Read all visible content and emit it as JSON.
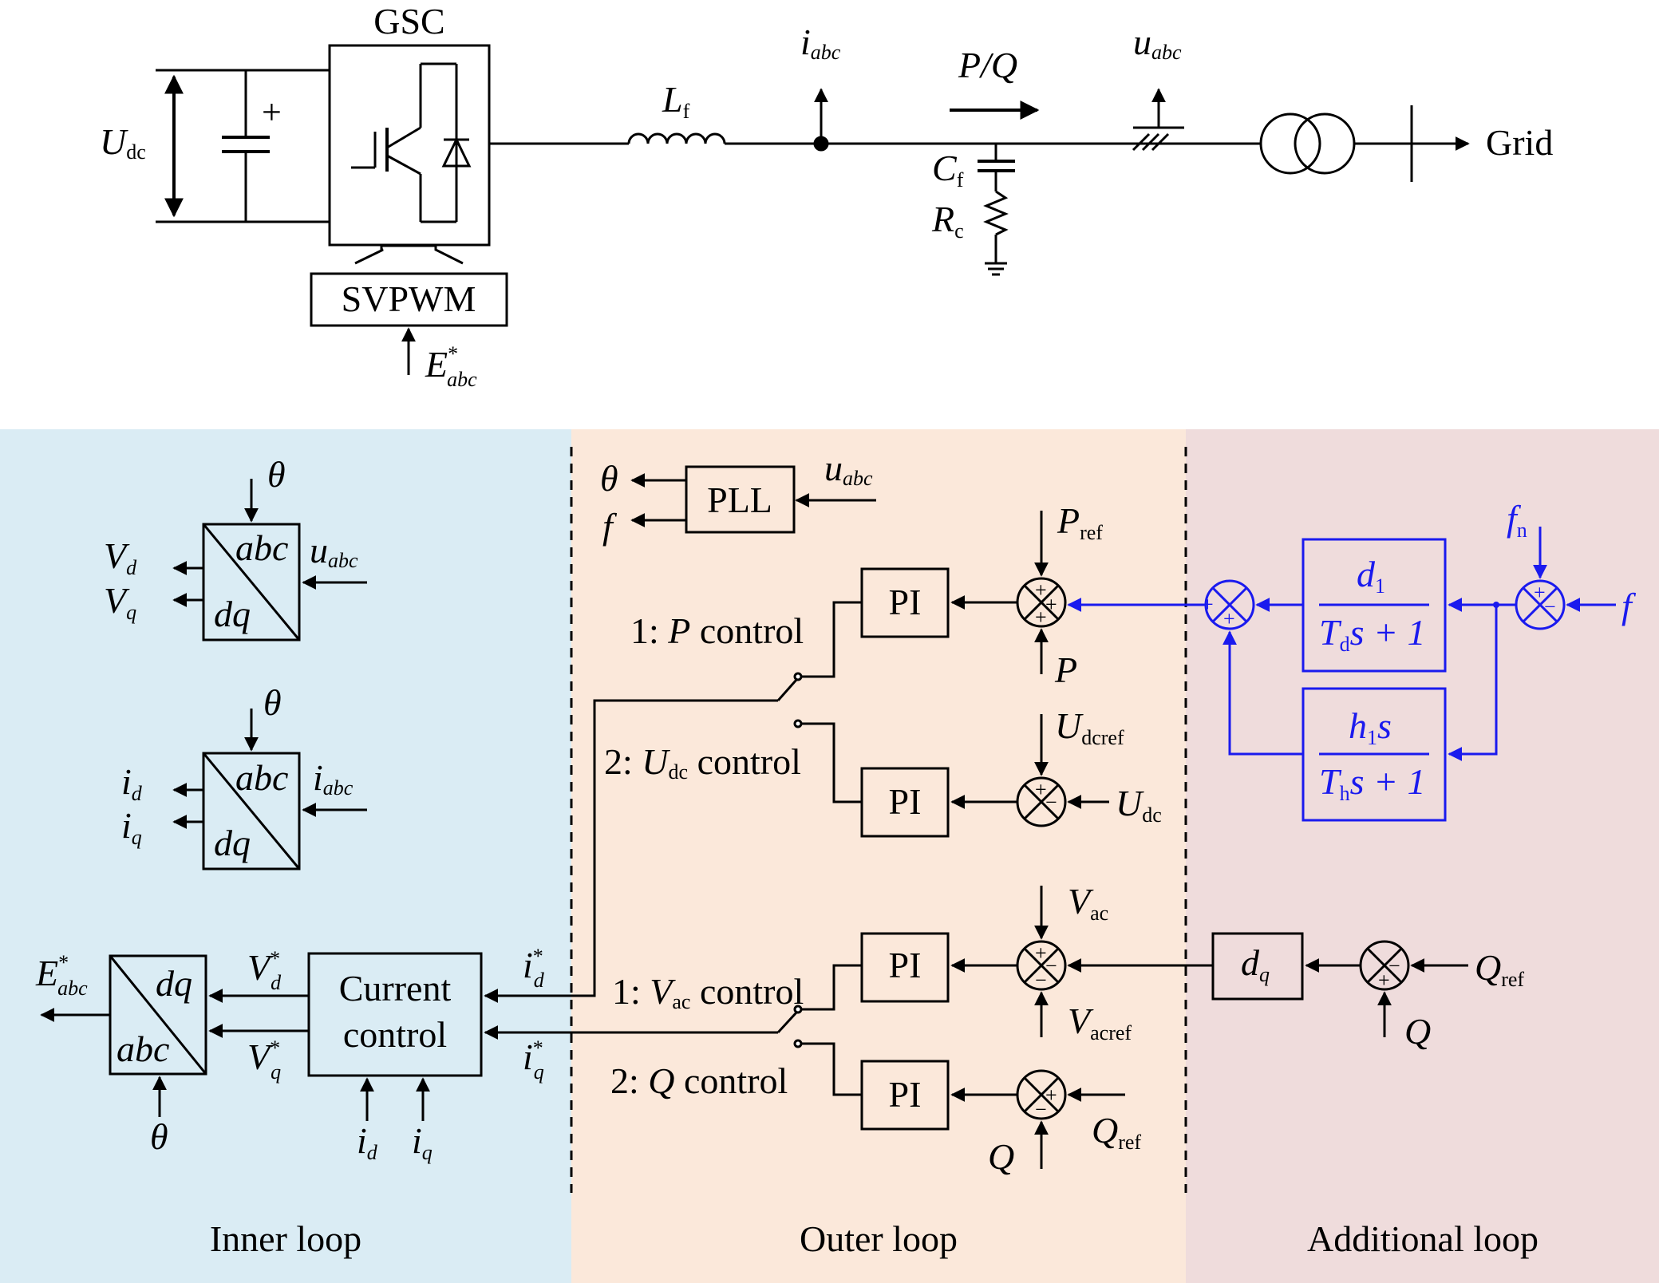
{
  "colors": {
    "inner_bg": "#daecf4",
    "outer_bg": "#fbe8da",
    "additional_bg": "#efdcdc",
    "line": "#000000",
    "additional_path": "#1a1aee"
  },
  "power_stage": {
    "converter": "GSC",
    "modulator": "SVPWM",
    "dc_voltage": {
      "main": "U",
      "sub": "dc"
    },
    "cap_plus": "+",
    "filter_inductor": {
      "main": "L",
      "sub": "f"
    },
    "current_meas": {
      "main": "i",
      "sub": "abc"
    },
    "power_flow": "P/Q",
    "voltage_meas": {
      "main": "u",
      "sub": "abc"
    },
    "filter_cap": {
      "main": "C",
      "sub": "f"
    },
    "damping_res": {
      "main": "R",
      "sub": "c"
    },
    "grid": "Grid",
    "modulation_ref": {
      "main": "E",
      "sup": "*",
      "sub": "abc"
    }
  },
  "inner_loop": {
    "title": "Inner loop",
    "transform1": {
      "top": "abc",
      "bottom": "dq",
      "angle": "θ",
      "input": {
        "main": "u",
        "sub": "abc"
      },
      "out_d": {
        "main": "V",
        "sub": "d"
      },
      "out_q": {
        "main": "V",
        "sub": "q"
      }
    },
    "transform2": {
      "top": "abc",
      "bottom": "dq",
      "angle": "θ",
      "input": {
        "main": "i",
        "sub": "abc"
      },
      "out_d": {
        "main": "i",
        "sub": "d"
      },
      "out_q": {
        "main": "i",
        "sub": "q"
      }
    },
    "inverse_transform": {
      "top": "dq",
      "bottom": "abc",
      "angle": "θ",
      "output": {
        "main": "E",
        "sup": "*",
        "sub": "abc"
      }
    },
    "current_control": {
      "line1": "Current",
      "line2": "control"
    },
    "vd_ref": {
      "main": "V",
      "sup": "*",
      "sub": "d"
    },
    "vq_ref": {
      "main": "V",
      "sup": "*",
      "sub": "q"
    },
    "id_ref": {
      "main": "i",
      "sup": "*",
      "sub": "d"
    },
    "iq_ref": {
      "main": "i",
      "sup": "*",
      "sub": "q"
    },
    "id_fb": {
      "main": "i",
      "sub": "d"
    },
    "iq_fb": {
      "main": "i",
      "sub": "q"
    }
  },
  "outer_loop": {
    "title": "Outer loop",
    "pll": "PLL",
    "pll_in": {
      "main": "u",
      "sub": "abc"
    },
    "pll_theta": "θ",
    "pll_f": "f",
    "pi": "PI",
    "p_control": {
      "num": "1: ",
      "var": "P",
      "suffix": " control"
    },
    "udc_control": {
      "num": "2: ",
      "var": "U",
      "sub": "dc",
      "suffix": " control"
    },
    "vac_control": {
      "num": "1: ",
      "var": "V",
      "sub": "ac",
      "suffix": " control"
    },
    "q_control": {
      "num": "2: ",
      "var": "Q",
      "suffix": " control"
    },
    "p_ref": {
      "main": "P",
      "sub": "ref"
    },
    "p_meas": "P",
    "udc_ref": {
      "main": "U",
      "sub": "dcref"
    },
    "udc_meas": {
      "main": "U",
      "sub": "dc"
    },
    "vac_meas": {
      "main": "V",
      "sub": "ac"
    },
    "vac_ref": {
      "main": "V",
      "sub": "acref"
    },
    "q_meas": "Q",
    "q_ref": {
      "main": "Q",
      "sub": "ref"
    },
    "plus": "+",
    "minus": "−"
  },
  "additional_loop": {
    "title": "Additional loop",
    "droop_tf": {
      "num_main": "d",
      "num_sub": "1",
      "den_main": "T",
      "den_sub": "d",
      "den_rest": "s + 1"
    },
    "inertia_tf": {
      "num_main": "h",
      "num_sub": "1",
      "num_rest": "s",
      "den_main": "T",
      "den_sub": "h",
      "den_rest": "s + 1"
    },
    "f_nominal": {
      "main": "f",
      "sub": "n"
    },
    "f_meas": "f",
    "dq_gain": {
      "main": "d",
      "sub": "q"
    },
    "q_ref": {
      "main": "Q",
      "sub": "ref"
    },
    "q_meas": "Q"
  }
}
